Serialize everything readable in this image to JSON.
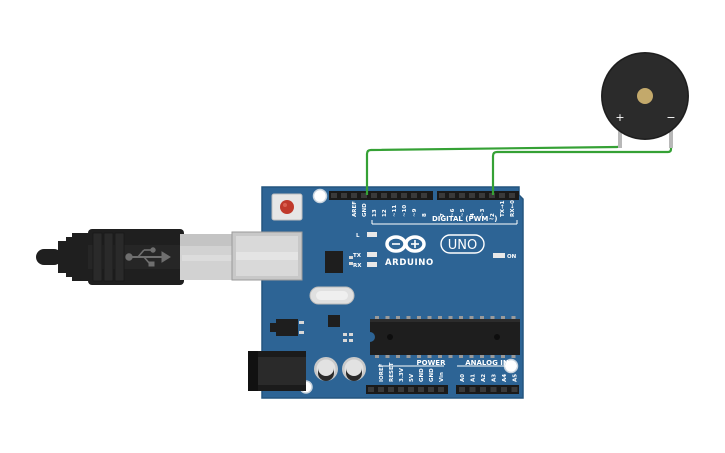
{
  "board": {
    "brand": "ARDUINO",
    "model": "UNO",
    "digital_label": "DIGITAL (PWM~)",
    "power_label": "POWER",
    "analog_label": "ANALOG IN",
    "led_l": "L",
    "led_tx": "TX",
    "led_rx": "RX",
    "led_on": "ON",
    "digital_pins": [
      "AREF",
      "GND",
      "13",
      "12",
      "~11",
      "~10",
      "~9",
      "8",
      "7",
      "~6",
      "~5",
      "4",
      "~3",
      "2",
      "TX→1",
      "RX←0"
    ],
    "power_pins": [
      "IOREF",
      "RESET",
      "3.3V",
      "5V",
      "GND",
      "GND",
      "Vin"
    ],
    "analog_pins": [
      "A0",
      "A1",
      "A2",
      "A3",
      "A4",
      "A5"
    ]
  },
  "buzzer": {
    "plus_label": "+",
    "minus_label": "−"
  },
  "wires": [
    {
      "from": "buzzer +",
      "to": "GND"
    },
    {
      "from": "buzzer −",
      "to": "2"
    }
  ],
  "colors": {
    "board": "#2d6495",
    "wire": "#35a135",
    "buzzer": "#2b2b2b",
    "usb": "#1f1f1f",
    "reset": "#c0392b"
  }
}
